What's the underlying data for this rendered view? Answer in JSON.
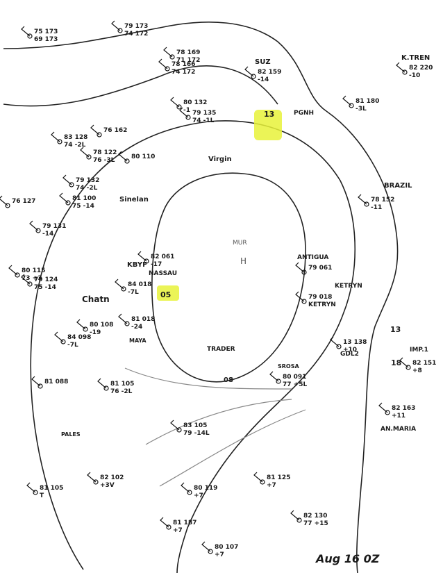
{
  "accent": {
    "highlight": "#e8f23a",
    "ink": "#111111",
    "contour": "#222222"
  },
  "map": {
    "footer": "Aug 16 0Z",
    "contour_labels": [
      "13",
      "05",
      "08",
      "13",
      "18"
    ],
    "place_labels": [
      "K.TREN",
      "SUZ",
      "PGNH",
      "BRAZIL",
      "Virgin",
      "MUR",
      "H",
      "KBYF",
      "NASSAU",
      "ANTIGUA",
      "KETRYN",
      "GDL2",
      "IMP.1",
      "AN.MARIA",
      "TRADER",
      "SROSA",
      "MAYA",
      "Chatn",
      "Sinelan",
      "PALES"
    ],
    "stations": [
      {
        "t": "75 173",
        "p": "69 173"
      },
      {
        "t": "79 173",
        "p": "74 172"
      },
      {
        "t": "78 169",
        "p": "71 172"
      },
      {
        "t": "78 166",
        "p": "74 172"
      },
      {
        "t": "82 220",
        "p": "-10"
      },
      {
        "t": "82 159",
        "p": "-14"
      },
      {
        "t": "81 180",
        "p": "-3L"
      },
      {
        "t": "80 132",
        "p": "-1"
      },
      {
        "t": "79 135",
        "p": "74 -1L"
      },
      {
        "t": "83 128",
        "p": "74 -2L"
      },
      {
        "t": "78 122",
        "p": "76 -3L"
      },
      {
        "t": "80 110",
        "p": ""
      },
      {
        "t": "79 132",
        "p": "74 -2L"
      },
      {
        "t": "81 100",
        "p": "75 -14"
      },
      {
        "t": "78 152",
        "p": "-11"
      },
      {
        "t": "82 061",
        "p": "-17"
      },
      {
        "t": "79 061",
        "p": ""
      },
      {
        "t": "84 018",
        "p": "-7L"
      },
      {
        "t": "81 018",
        "p": "-24"
      },
      {
        "t": "79 018",
        "p": "KETRYN"
      },
      {
        "t": "13 138",
        "p": "+10"
      },
      {
        "t": "82 151",
        "p": "+8"
      },
      {
        "t": "82 163",
        "p": "+11"
      },
      {
        "t": "80 091",
        "p": "77 +5L"
      },
      {
        "t": "81 105",
        "p": "76 -2L"
      },
      {
        "t": "83 105",
        "p": "79 -14L"
      },
      {
        "t": "82 102",
        "p": "+3V"
      },
      {
        "t": "81 105",
        "p": "T"
      },
      {
        "t": "81 125",
        "p": "+7"
      },
      {
        "t": "82 130",
        "p": "77 +15"
      },
      {
        "t": "80 119",
        "p": "+7"
      },
      {
        "t": "81 187",
        "p": "+7"
      },
      {
        "t": "80 107",
        "p": "+7"
      },
      {
        "t": "80 115",
        "p": "73 +3"
      },
      {
        "t": "76 127",
        "p": ""
      },
      {
        "t": "79 131",
        "p": "-14"
      },
      {
        "t": "79 124",
        "p": "75 -14"
      },
      {
        "t": "76 162",
        "p": ""
      },
      {
        "t": "81 088",
        "p": ""
      },
      {
        "t": "84 098",
        "p": "-7L"
      },
      {
        "t": "80 108",
        "p": "-19"
      }
    ]
  }
}
